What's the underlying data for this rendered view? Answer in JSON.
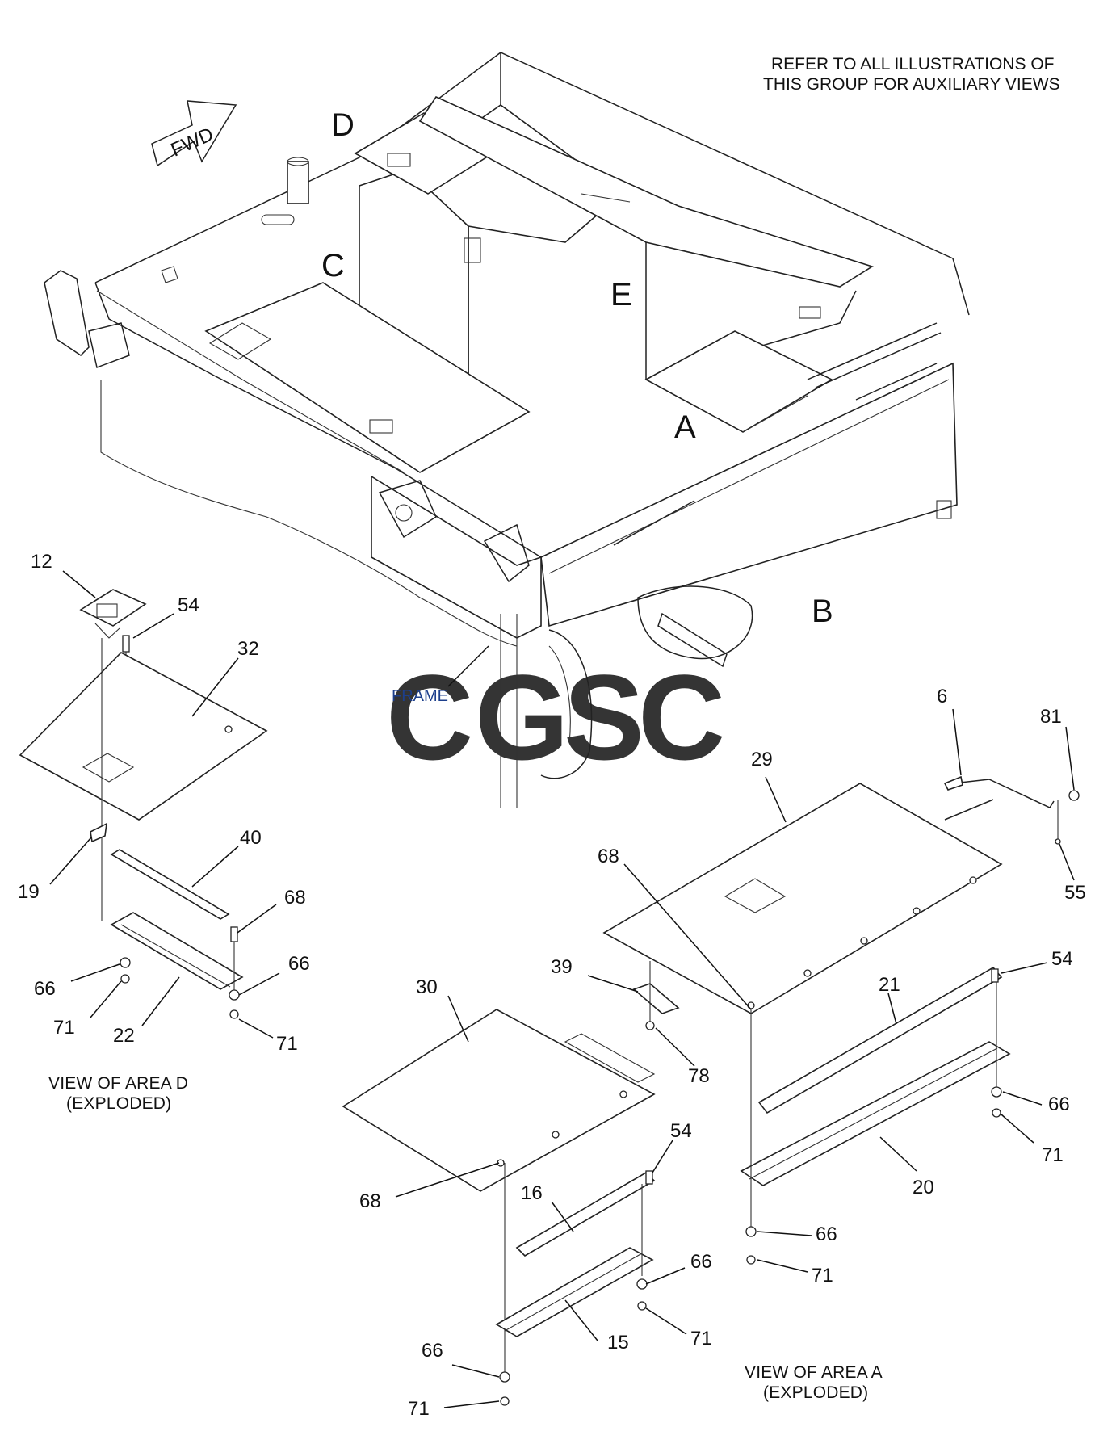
{
  "note": {
    "line1": "REFER TO ALL ILLUSTRATIONS OF",
    "line2": "THIS GROUP FOR AUXILIARY VIEWS"
  },
  "arrow": {
    "label": "FWD"
  },
  "areas": {
    "a": "A",
    "b": "B",
    "c": "C",
    "d": "D",
    "e": "E"
  },
  "frame_label": "FRAME",
  "watermark": {
    "letters": [
      "C",
      "G",
      "S",
      "C"
    ],
    "colors": [
      "#6f9ef0",
      "#ef8f8a",
      "#f2d35a",
      "#7cc39e"
    ]
  },
  "views": {
    "area_d": {
      "line1": "VIEW OF AREA D",
      "line2": "(EXPLODED)"
    },
    "area_a": {
      "line1": "VIEW OF AREA A",
      "line2": "(EXPLODED)"
    }
  },
  "callouts": {
    "c12": "12",
    "d54": "54",
    "c32": "32",
    "c19": "19",
    "c40": "40",
    "d68": "68",
    "d66a": "66",
    "d66b": "66",
    "d71a": "71",
    "d71b": "71",
    "c22": "22",
    "c6": "6",
    "c81": "81",
    "c55": "55",
    "c29": "29",
    "a68a": "68",
    "c39": "39",
    "c78": "78",
    "a54a": "54",
    "c21": "21",
    "a66a": "66",
    "a71a": "71",
    "c20": "20",
    "a66b": "66",
    "a71b": "71",
    "c30": "30",
    "a54b": "54",
    "c16": "16",
    "a68b": "68",
    "a66c": "66",
    "a71c": "71",
    "c15": "15",
    "a66d": "66",
    "a71d": "71"
  },
  "colors": {
    "line": "#222222",
    "background": "#ffffff",
    "frame_label": "#1d3f8c"
  }
}
